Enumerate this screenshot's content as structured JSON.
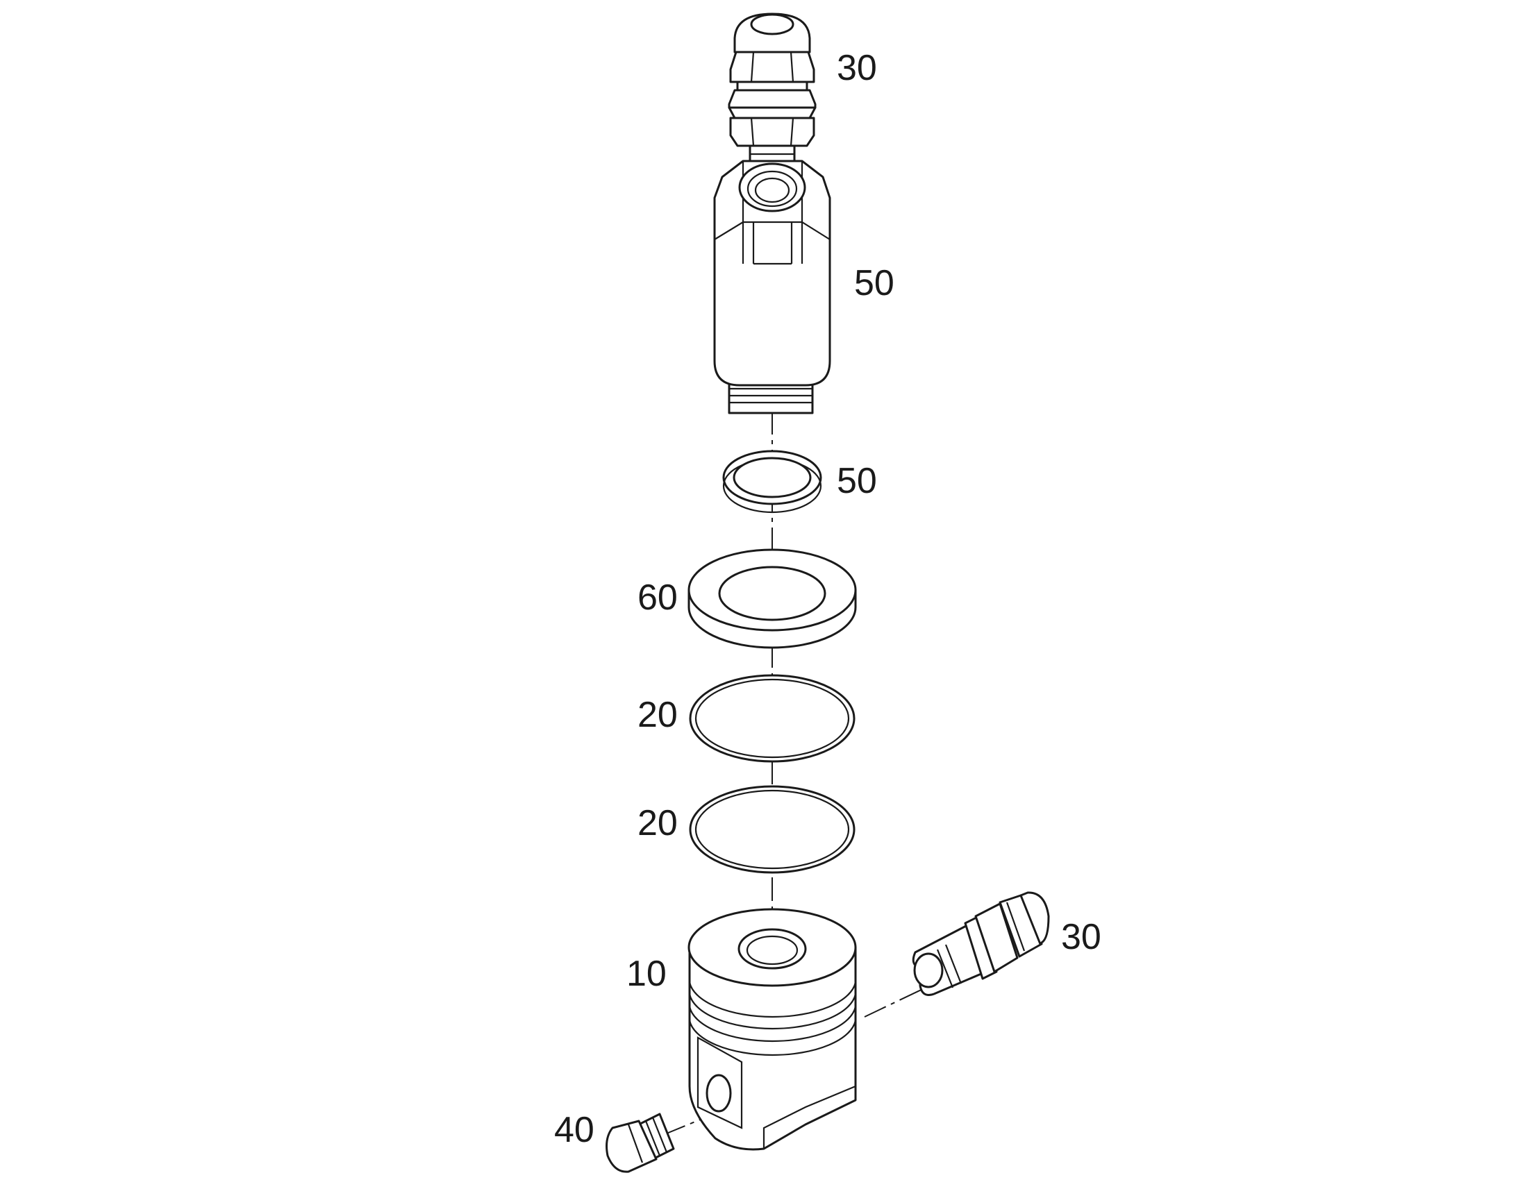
{
  "diagram": {
    "callouts": {
      "top_fitting": "30",
      "housing": "50",
      "seal_ring": "50",
      "washer": "60",
      "oring_upper": "20",
      "oring_lower": "20",
      "base_body": "10",
      "side_fitting": "30",
      "plug": "40"
    },
    "line_color": "#1a1a1a",
    "background": "#ffffff"
  }
}
